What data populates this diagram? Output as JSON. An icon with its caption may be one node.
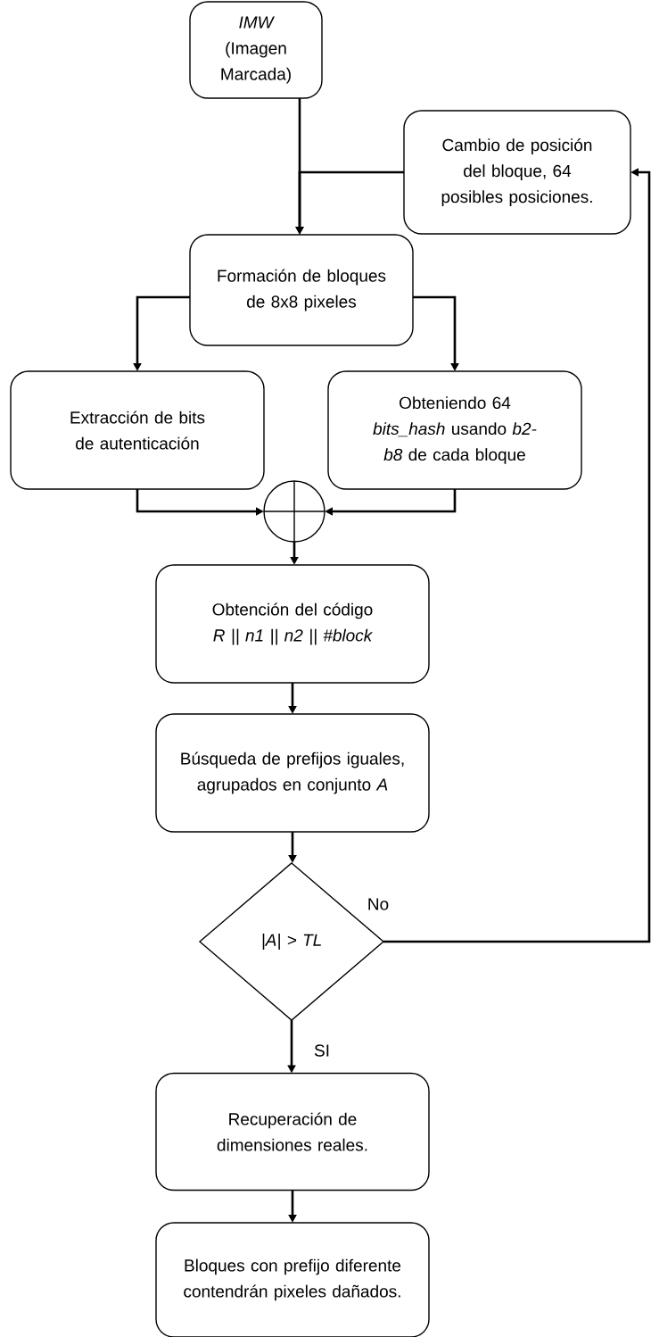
{
  "diagram": {
    "nodes": [
      {
        "text": [
          "IMW",
          "(Imagen Marcada)"
        ]
      },
      {
        "text": [
          "Cambio de posición del bloque, 64 posibles posiciones."
        ]
      },
      {
        "text": [
          "Formación de bloques de 8x8 pixeles"
        ]
      },
      {
        "text": [
          "Extracción de bits de autenticación"
        ]
      },
      {
        "text": [
          "Obteniendo 64 *bits_hash* usando *b2-b8* de cada bloque"
        ]
      },
      {
        "text": [],
        "shape": "circle"
      },
      {
        "text": [
          "Obtención del código",
          "R || n1 || n2 || #block"
        ]
      },
      {
        "text": [
          "Búsqueda de prefijos iguales, agrupados en conjunto *A*"
        ]
      },
      {
        "text": [
          "|A| > TL"
        ]
      },
      {
        "text": [
          "Recuperación de dimensiones reales."
        ]
      },
      {
        "text": [
          "Bloques con prefijo diferente contendrán pixeles dañados."
        ]
      }
    ],
    "edges": [
      {
        "from": 0,
        "to": 2,
        "arrow": "to"
      },
      {
        "from": 1,
        "to": 2,
        "arrow": "to"
      },
      {
        "from": 2,
        "to": 3,
        "arrow": "to"
      },
      {
        "from": 2,
        "to": 4,
        "arrow": "to"
      },
      {
        "from": 3,
        "to": 5,
        "arrow": "to"
      },
      {
        "from": 4,
        "to": 5,
        "arrow": "to"
      },
      {
        "from": 5,
        "to": 6,
        "arrow": "to"
      },
      {
        "from": 6,
        "to": 7,
        "arrow": "to"
      },
      {
        "from": 7,
        "to": 8,
        "arrow": "to"
      },
      {
        "from": 8,
        "to": 9,
        "label": "SI",
        "arrow": "to"
      },
      {
        "from": 8,
        "to": 1,
        "label": "No",
        "arrow": "to"
      },
      {
        "from": 9,
        "to": 10,
        "arrow": "to"
      }
    ]
  }
}
